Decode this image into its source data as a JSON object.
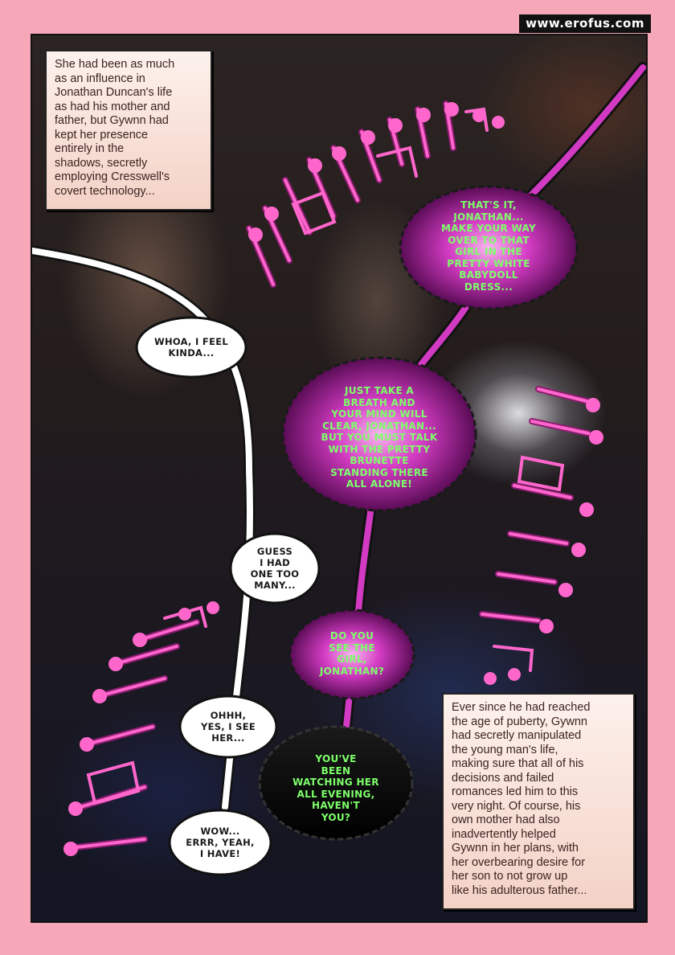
{
  "watermark": "www.erofus.com",
  "captions": {
    "top": "She had been as much\nas an influence in\nJonathan Duncan's life\nas had his mother and\nfather, but Gywnn had\nkept her presence\nentirely in the\nshadows, secretly\nemploying Cresswell's\ncovert technology...",
    "bottom": "Ever since he had reached\nthe age of puberty, Gywnn\nhad secretly manipulated\nthe young man's life,\nmaking sure that all of his\ndecisions and failed\nromances led him to this\nvery night. Of course, his\nown mother had also\ninadvertently helped\nGywnn in her plans, with\nher overbearing desire for\nher son to not grow up\nlike his adulterous father..."
  },
  "white_bubbles": [
    "WHOA, I FEEL\nKINDA...",
    "GUESS\nI HAD\nONE TOO\nMANY...",
    "OHHH,\nYES, I SEE\nHER...",
    "WOW...\nERRR, YEAH,\nI HAVE!"
  ],
  "purple_bubbles": [
    "THAT'S IT,\nJONATHAN...\nMAKE YOUR WAY\nOVER TO THAT\nGIRL IN THE\nPRETTY WHITE\nBABYDOLL\nDRESS...",
    "JUST TAKE A\nBREATH AND\nYOUR MIND WILL\nCLEAR, JONATHAN...\nBUT YOU MUST TALK\nWITH THE PRETTY\nBRUNETTE\nSTANDING THERE\nALL ALONE!",
    "DO YOU\nSEE THE\nGIRL,\nJONATHAN?",
    "YOU'VE\nBEEN\nWATCHING HER\nALL EVENING,\nHAVEN'T\nYOU?"
  ],
  "colors": {
    "page_border": "#f7a8b8",
    "music_notes": "#ff66cc",
    "purple_bubble": "#c020b0",
    "green_text": "#7dff6a"
  },
  "decorations": [
    "music-notes-top",
    "music-notes-right",
    "music-notes-left"
  ]
}
